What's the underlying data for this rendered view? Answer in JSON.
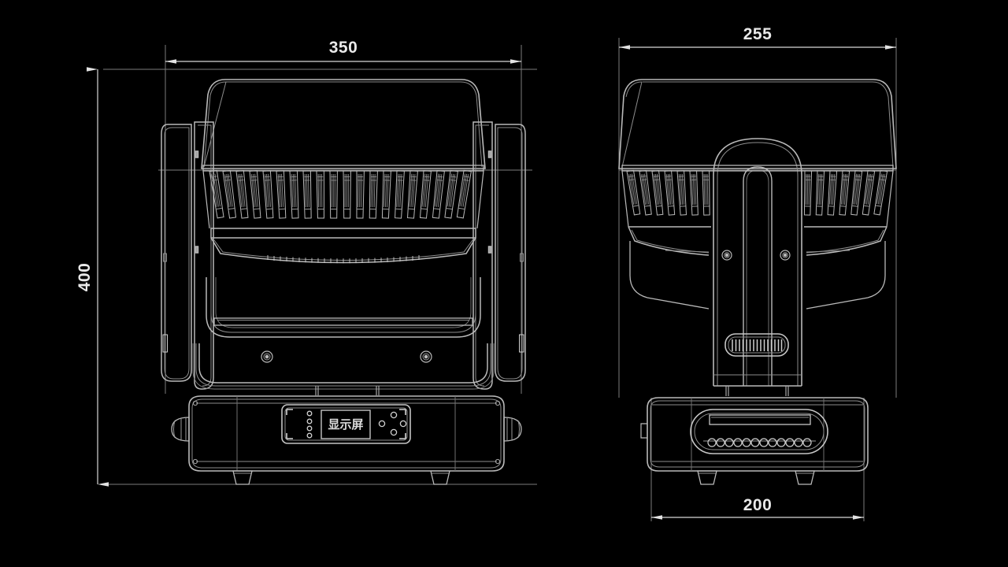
{
  "drawing": {
    "title": "",
    "background_color": "#000000",
    "line_color": "#b9b9b9",
    "thin_line_color": "#8a8a8a",
    "text_color": "#e9e9e9"
  },
  "views": {
    "front": {
      "name": "front-view",
      "dimensions": {
        "width": {
          "value": "350",
          "unit": "",
          "position": "top"
        },
        "height": {
          "value": "400",
          "unit": "",
          "position": "left"
        }
      },
      "display_panel": {
        "label": "显示屏",
        "indicator_dots": 4,
        "buttons": 4
      }
    },
    "side": {
      "name": "side-view",
      "dimensions": {
        "width": {
          "value": "255",
          "unit": "",
          "position": "top"
        },
        "base_width": {
          "value": "200",
          "unit": "",
          "position": "bottom"
        }
      }
    }
  },
  "labels": {
    "dim_350": "350",
    "dim_400": "400",
    "dim_255": "255",
    "dim_200": "200",
    "lcd": "显示屏"
  }
}
